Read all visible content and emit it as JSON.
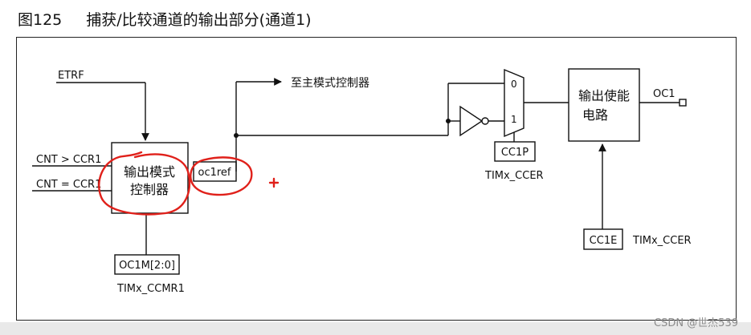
{
  "figure": {
    "number": "图125",
    "caption": "捕获/比较通道的输出部分(通道1)"
  },
  "diagram": {
    "etrf_label": "ETRF",
    "input_gt_label": "CNT > CCR1",
    "input_eq_label": "CNT = CCR1",
    "controller_line1": "输出模式",
    "controller_line2": "控制器",
    "oc1ref_label": "oc1ref",
    "master_mode_label": "至主模式控制器",
    "ocm_register_label": "OC1M[2:0]",
    "ccmr_label": "TIMx_CCMR1",
    "mux_in0_label": "0",
    "mux_in1_label": "1",
    "cc1p_label": "CC1P",
    "ccer_label_1": "TIMx_CCER",
    "enable_line1": "输出使能",
    "enable_line2": "电路",
    "oc1_label": "OC1",
    "cc1e_label": "CC1E",
    "ccer_label_2": "TIMx_CCER",
    "annotation_plus": "+",
    "annotation_color": "#e0201a"
  },
  "watermark": "CSDN @世杰539"
}
